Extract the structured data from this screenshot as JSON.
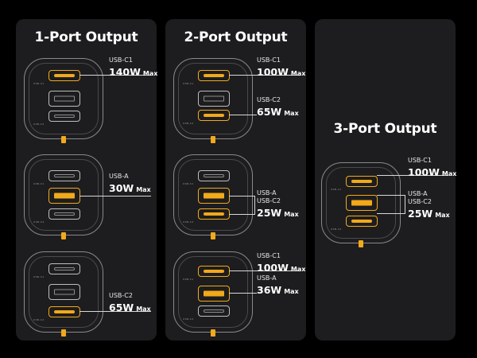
{
  "panels": [
    {
      "title": "1-Port Output",
      "configs": [
        {
          "ports": [
            "USB-C1"
          ],
          "watts": "140W"
        },
        {
          "ports": [
            "USB-A"
          ],
          "watts": "30W"
        },
        {
          "ports": [
            "USB-C2"
          ],
          "watts": "65W"
        }
      ]
    },
    {
      "title": "2-Port Output",
      "configs": [
        {
          "ports": [
            "USB-C1",
            "USB-C2"
          ],
          "watts": [
            "100W",
            "65W"
          ]
        },
        {
          "ports": [
            "USB-A",
            "USB-C2"
          ],
          "watts": "25W"
        },
        {
          "ports": [
            "USB-C1",
            "USB-A"
          ],
          "watts": [
            "100W",
            "36W"
          ]
        }
      ]
    },
    {
      "title": "3-Port Output",
      "configs": [
        {
          "ports": [
            "USB-C1",
            "USB-A",
            "USB-C2"
          ],
          "watts": [
            "100W",
            "25W"
          ]
        }
      ]
    }
  ],
  "max_label": "Max",
  "port_print": {
    "c1": "USB-C1",
    "a": "USB-A",
    "c2": "USB-C2"
  },
  "colors": {
    "accent": "#f2a91a",
    "panel": "#1d1d1f",
    "background": "#000000"
  }
}
